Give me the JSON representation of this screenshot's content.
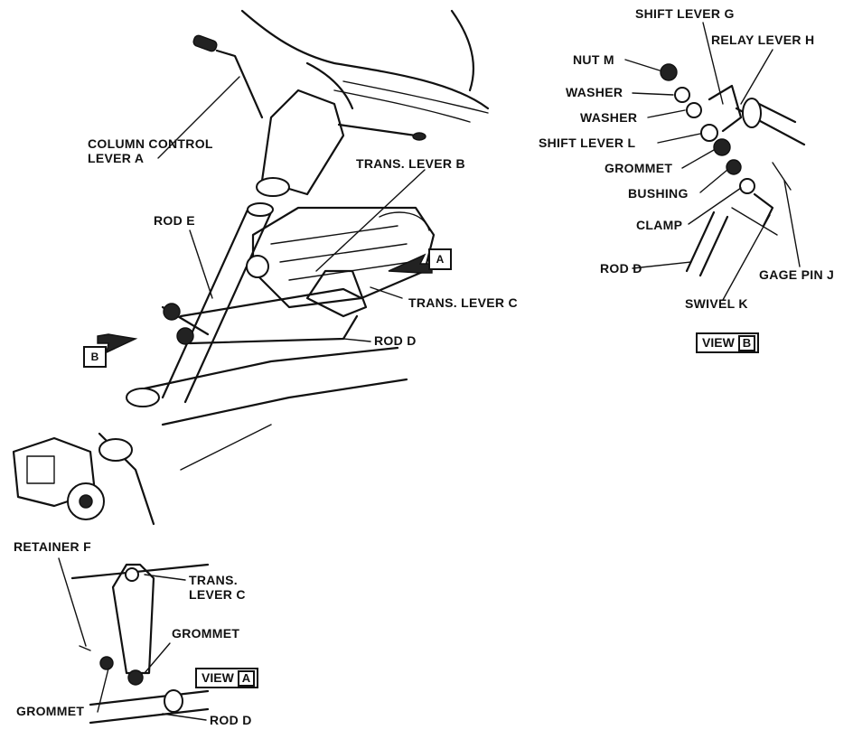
{
  "labels": {
    "column_control_lever": [
      "COLUMN CONTROL",
      "LEVER A"
    ],
    "trans_lever_b": "TRANS. LEVER B",
    "rod_e": "ROD E",
    "trans_lever_c_main": "TRANS. LEVER C",
    "rod_d_main": "ROD D",
    "retainer_f": "RETAINER F",
    "trans_lever_c_view_a": [
      "TRANS.",
      "LEVER C"
    ],
    "grommet_view_a_upper": "GROMMET",
    "grommet_view_a_lower": "GROMMET",
    "rod_d_view_a": "ROD D",
    "shift_lever_g": "SHIFT LEVER G",
    "relay_lever_h": "RELAY LEVER H",
    "nut_m": "NUT M",
    "washer_1": "WASHER",
    "washer_2": "WASHER",
    "shift_lever_l": "SHIFT LEVER L",
    "grommet_view_b": "GROMMET",
    "bushing": "BUSHING",
    "clamp": "CLAMP",
    "rod_d_view_b": "ROD D",
    "gage_pin_j": "GAGE PIN J",
    "swivel_k": "SWIVEL K"
  },
  "views": {
    "view_a": {
      "word": "VIEW",
      "letter": "A"
    },
    "view_b": {
      "word": "VIEW",
      "letter": "B"
    }
  },
  "markers": {
    "arrow_a": "A",
    "arrow_b": "B"
  }
}
